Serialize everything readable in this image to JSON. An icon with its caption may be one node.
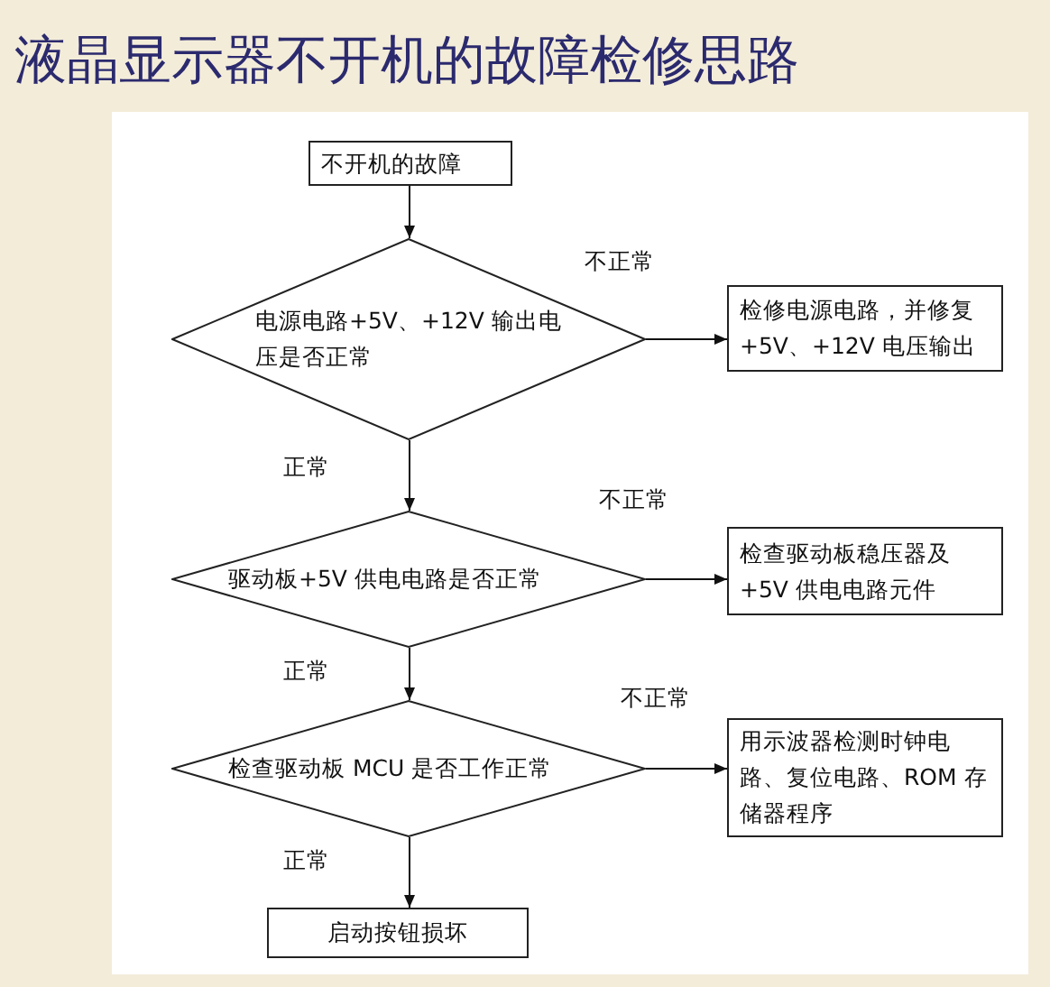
{
  "diagram": {
    "title": "液晶显示器不开机的故障检修思路",
    "nodes": [
      {
        "text": [
          "不开机的故障"
        ]
      },
      {
        "text": [
          "电源电路+5V、+12V 输出电压是否正常"
        ]
      },
      {
        "text": [
          "检修电源电路，并修复+5V、+12V 电压输出"
        ]
      },
      {
        "text": [
          "驱动板+5V 供电电路是否正常"
        ]
      },
      {
        "text": [
          "检查驱动板稳压器及+5V 供电电路元件"
        ]
      },
      {
        "text": [
          "检查驱动板 MCU 是否工作正常"
        ]
      },
      {
        "text": [
          "用示波器检测时钟电路、复位电路、ROM 存储器程序"
        ]
      },
      {
        "text": [
          "启动按钮损坏"
        ]
      }
    ],
    "edges": [
      {
        "from": 0,
        "to": 1,
        "arrow": "to"
      },
      {
        "from": 1,
        "to": 2,
        "arrow": "to",
        "label": "不正常"
      },
      {
        "from": 1,
        "to": 3,
        "arrow": "to",
        "label": "正常"
      },
      {
        "from": 3,
        "to": 4,
        "arrow": "to",
        "label": "不正常"
      },
      {
        "from": 3,
        "to": 5,
        "arrow": "to",
        "label": "正常"
      },
      {
        "from": 5,
        "to": 6,
        "arrow": "to",
        "label": "不正常"
      },
      {
        "from": 5,
        "to": 7,
        "arrow": "to",
        "label": "正常"
      }
    ]
  }
}
